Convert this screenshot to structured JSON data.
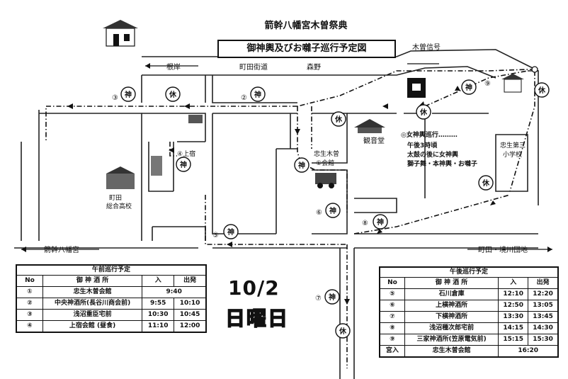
{
  "title": {
    "line1": "箭幹八幡宮木曽祭典",
    "line2": "御神輿及びお囃子巡行予定図"
  },
  "roads": {
    "kiso_signal": "木曽信号",
    "negishi": "根岸",
    "machida_kaido": "町田街道",
    "morino": "森野",
    "yahata": "箭幹八幡宮",
    "machida_sakai": "町田・境川団地"
  },
  "places": {
    "kannondo": "観音堂",
    "school_third": [
      "忠生第三",
      "小学校"
    ],
    "machida_hs": [
      "町田",
      "総合高校"
    ],
    "kaikan": [
      "忠生木曽",
      "①会館"
    ],
    "uwajuku": "④上宿"
  },
  "markers": {
    "kami": "神",
    "yasumi": "休"
  },
  "stops": {
    "s2": "②",
    "s3": "③",
    "s5": "⑤",
    "s6": "⑥",
    "s7": "⑦",
    "s8": "⑧",
    "s9": "⑨"
  },
  "note": {
    "heading": "◎女神輿巡行………",
    "lines": [
      "午後3時頃",
      "太鼓の後に女神輿",
      "獅子舞・本神輿・お囃子"
    ]
  },
  "date": {
    "day": "10/2",
    "weekday": "日曜日"
  },
  "morning": {
    "caption": "午前巡行予定",
    "headers": [
      "No",
      "御 神 酒 所",
      "入",
      "出発"
    ],
    "rows": [
      {
        "no": "①",
        "place": "忠生木曽会館",
        "in": "",
        "out": "9:40"
      },
      {
        "no": "②",
        "place": "中央神酒所(長谷川商会前)",
        "in": "9:55",
        "out": "10:10"
      },
      {
        "no": "③",
        "place": "浅沼重臣宅前",
        "in": "10:30",
        "out": "10:45"
      },
      {
        "no": "④",
        "place": "上宿会館 (昼食)",
        "in": "11:10",
        "out": "12:00"
      }
    ]
  },
  "afternoon": {
    "caption": "午後巡行予定",
    "headers": [
      "No",
      "御 神 酒 所",
      "入",
      "出発"
    ],
    "rows": [
      {
        "no": "⑤",
        "place": "石川倉庫",
        "in": "12:10",
        "out": "12:20"
      },
      {
        "no": "⑥",
        "place": "上横神酒所",
        "in": "12:50",
        "out": "13:05"
      },
      {
        "no": "⑦",
        "place": "下横神酒所",
        "in": "13:30",
        "out": "13:45"
      },
      {
        "no": "⑧",
        "place": "浅沼種次郎宅前",
        "in": "14:15",
        "out": "14:30"
      },
      {
        "no": "⑨",
        "place": "三家神酒所(笠原電気前)",
        "in": "15:15",
        "out": "15:30"
      },
      {
        "no": "宮入",
        "place": "忠生木曽会館",
        "in": "16:20",
        "out": ""
      }
    ]
  }
}
